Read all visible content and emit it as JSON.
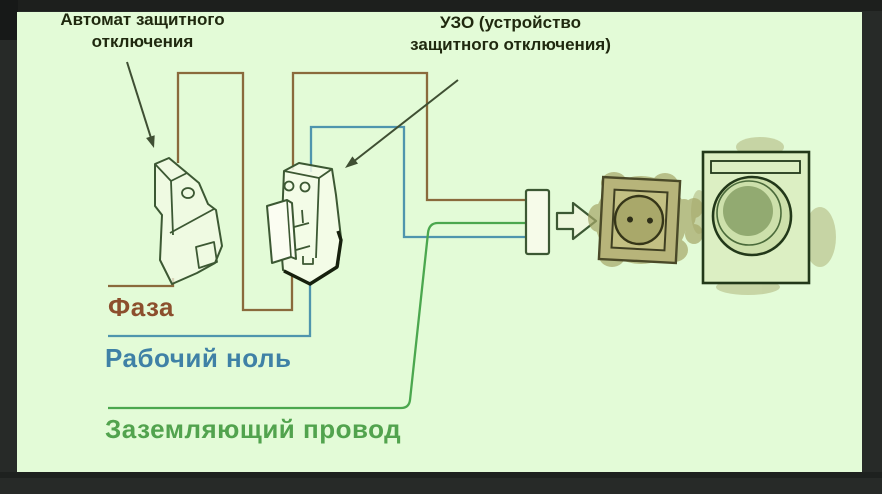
{
  "panel": {
    "bg": "#e3fbd7",
    "frame_bg": "#272a28"
  },
  "annotations": {
    "breaker_label": {
      "line1": "Автомат защитного",
      "line2": "отключения",
      "color": "#20290f"
    },
    "rcd_label": {
      "line1": "УЗО (устройство",
      "line2": "защитного отключения)",
      "color": "#20290f"
    }
  },
  "wire_labels": {
    "phase": {
      "text": "Фаза",
      "color": "#8c4f2d"
    },
    "neutral": {
      "text": "Рабочий ноль",
      "color": "#3f81a6"
    },
    "ground": {
      "text": "Заземляющий провод",
      "color": "#52a34e"
    }
  },
  "wires": {
    "phase_color": "#8a6a3c",
    "neutral_color": "#4f95ad",
    "ground_color": "#4ba74e"
  },
  "sketch": {
    "outline_color": "#3c5833",
    "heavy_outline_color": "#16200d",
    "annotation_arrow_color": "#3f4f33",
    "device_fill": "#f8fcec",
    "socket_plate_color": "#b7b47a",
    "socket_inner_color": "#c3c083",
    "socket_circle_color": "#a9a86a",
    "socket_blob_color": "#a5a768",
    "washer_body_color": "#dcefc3",
    "washer_ring_color": "#cde0ab",
    "washer_drum_color": "#92aa71"
  }
}
